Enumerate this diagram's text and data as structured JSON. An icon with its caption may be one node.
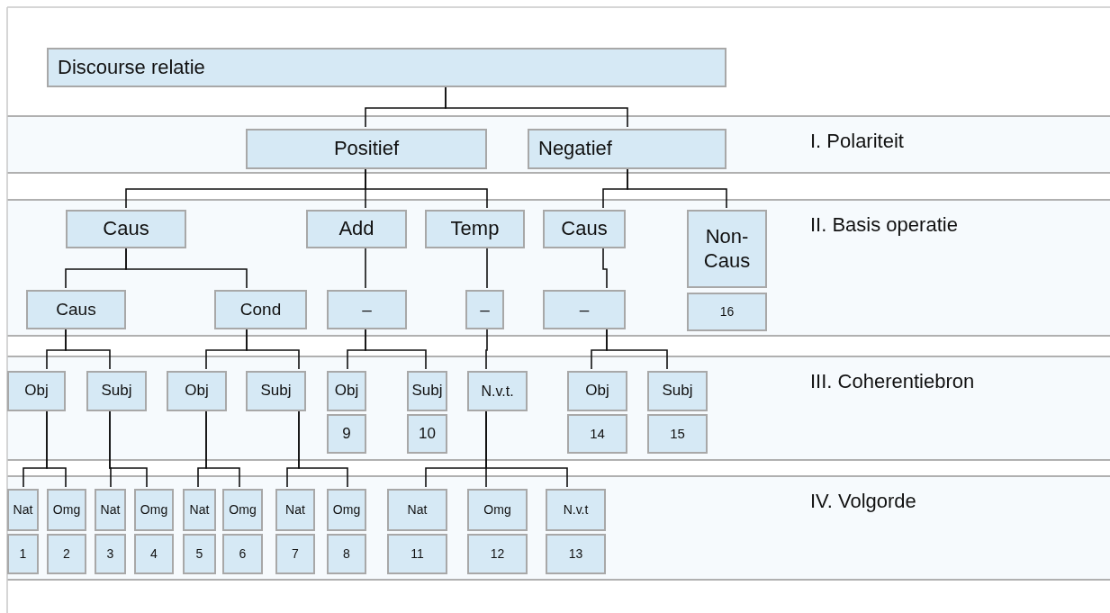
{
  "diagram": {
    "nodes": [
      {
        "text": [
          "Discourse relatie"
        ]
      },
      {
        "text": [
          "I. Polariteit"
        ]
      },
      {
        "text": [
          "Positief"
        ],
        "in": 1
      },
      {
        "text": [
          "Negatief"
        ],
        "in": 1
      },
      {
        "text": [
          "II. Basis operatie"
        ]
      },
      {
        "text": [
          "Caus"
        ],
        "in": 4
      },
      {
        "text": [
          "Add"
        ],
        "in": 4
      },
      {
        "text": [
          "Temp"
        ],
        "in": 4
      },
      {
        "text": [
          "Caus"
        ],
        "in": 4
      },
      {
        "text": [
          "Non-Caus"
        ],
        "in": 4
      },
      {
        "text": [
          "Caus"
        ],
        "in": 4
      },
      {
        "text": [
          "Cond"
        ],
        "in": 4
      },
      {
        "text": [
          "–"
        ],
        "in": 4
      },
      {
        "text": [
          "–"
        ],
        "in": 4
      },
      {
        "text": [
          "–"
        ],
        "in": 4
      },
      {
        "text": [
          "16"
        ],
        "in": 4
      },
      {
        "text": [
          "III. Coherentiebron"
        ]
      },
      {
        "text": [
          "Obj"
        ],
        "in": 16
      },
      {
        "text": [
          "Subj"
        ],
        "in": 16
      },
      {
        "text": [
          "Obj"
        ],
        "in": 16
      },
      {
        "text": [
          "Subj"
        ],
        "in": 16
      },
      {
        "text": [
          "Obj"
        ],
        "in": 16
      },
      {
        "text": [
          "Subj"
        ],
        "in": 16
      },
      {
        "text": [
          "N.v.t."
        ],
        "in": 16
      },
      {
        "text": [
          "Obj"
        ],
        "in": 16
      },
      {
        "text": [
          "Subj"
        ],
        "in": 16
      },
      {
        "text": [
          "9"
        ],
        "in": 16
      },
      {
        "text": [
          "10"
        ],
        "in": 16
      },
      {
        "text": [
          "14"
        ],
        "in": 16
      },
      {
        "text": [
          "15"
        ],
        "in": 16
      },
      {
        "text": [
          "IV. Volgorde"
        ]
      },
      {
        "text": [
          "Nat"
        ],
        "in": 30
      },
      {
        "text": [
          "Omg"
        ],
        "in": 30
      },
      {
        "text": [
          "Nat"
        ],
        "in": 30
      },
      {
        "text": [
          "Omg"
        ],
        "in": 30
      },
      {
        "text": [
          "Nat"
        ],
        "in": 30
      },
      {
        "text": [
          "Omg"
        ],
        "in": 30
      },
      {
        "text": [
          "Nat"
        ],
        "in": 30
      },
      {
        "text": [
          "Omg"
        ],
        "in": 30
      },
      {
        "text": [
          "Nat"
        ],
        "in": 30
      },
      {
        "text": [
          "Omg"
        ],
        "in": 30
      },
      {
        "text": [
          "N.v.t"
        ],
        "in": 30
      },
      {
        "text": [
          "1"
        ],
        "in": 30
      },
      {
        "text": [
          "2"
        ],
        "in": 30
      },
      {
        "text": [
          "3"
        ],
        "in": 30
      },
      {
        "text": [
          "4"
        ],
        "in": 30
      },
      {
        "text": [
          "5"
        ],
        "in": 30
      },
      {
        "text": [
          "6"
        ],
        "in": 30
      },
      {
        "text": [
          "7"
        ],
        "in": 30
      },
      {
        "text": [
          "8"
        ],
        "in": 30
      },
      {
        "text": [
          "11"
        ],
        "in": 30
      },
      {
        "text": [
          "12"
        ],
        "in": 30
      },
      {
        "text": [
          "13"
        ],
        "in": 30
      }
    ],
    "edges": [
      {
        "from": 0,
        "to": 2,
        "arrow": "none"
      },
      {
        "from": 0,
        "to": 3,
        "arrow": "none"
      },
      {
        "from": 2,
        "to": 5,
        "arrow": "none"
      },
      {
        "from": 2,
        "to": 6,
        "arrow": "none"
      },
      {
        "from": 2,
        "to": 7,
        "arrow": "none"
      },
      {
        "from": 3,
        "to": 8,
        "arrow": "none"
      },
      {
        "from": 3,
        "to": 9,
        "arrow": "none"
      },
      {
        "from": 5,
        "to": 10,
        "arrow": "none"
      },
      {
        "from": 5,
        "to": 11,
        "arrow": "none"
      },
      {
        "from": 6,
        "to": 12,
        "arrow": "none"
      },
      {
        "from": 7,
        "to": 13,
        "arrow": "none"
      },
      {
        "from": 8,
        "to": 14,
        "arrow": "none"
      },
      {
        "from": 10,
        "to": 17,
        "arrow": "none"
      },
      {
        "from": 10,
        "to": 18,
        "arrow": "none"
      },
      {
        "from": 11,
        "to": 19,
        "arrow": "none"
      },
      {
        "from": 11,
        "to": 20,
        "arrow": "none"
      },
      {
        "from": 12,
        "to": 21,
        "arrow": "none"
      },
      {
        "from": 12,
        "to": 22,
        "arrow": "none"
      },
      {
        "from": 13,
        "to": 23,
        "arrow": "none"
      },
      {
        "from": 14,
        "to": 24,
        "arrow": "none"
      },
      {
        "from": 14,
        "to": 25,
        "arrow": "none"
      },
      {
        "from": 17,
        "to": 31,
        "arrow": "none"
      },
      {
        "from": 17,
        "to": 32,
        "arrow": "none"
      },
      {
        "from": 18,
        "to": 33,
        "arrow": "none"
      },
      {
        "from": 18,
        "to": 34,
        "arrow": "none"
      },
      {
        "from": 19,
        "to": 35,
        "arrow": "none"
      },
      {
        "from": 19,
        "to": 36,
        "arrow": "none"
      },
      {
        "from": 20,
        "to": 37,
        "arrow": "none"
      },
      {
        "from": 20,
        "to": 38,
        "arrow": "none"
      },
      {
        "from": 23,
        "to": 39,
        "arrow": "none"
      },
      {
        "from": 23,
        "to": 40,
        "arrow": "none"
      },
      {
        "from": 23,
        "to": 41,
        "arrow": "none"
      }
    ]
  }
}
